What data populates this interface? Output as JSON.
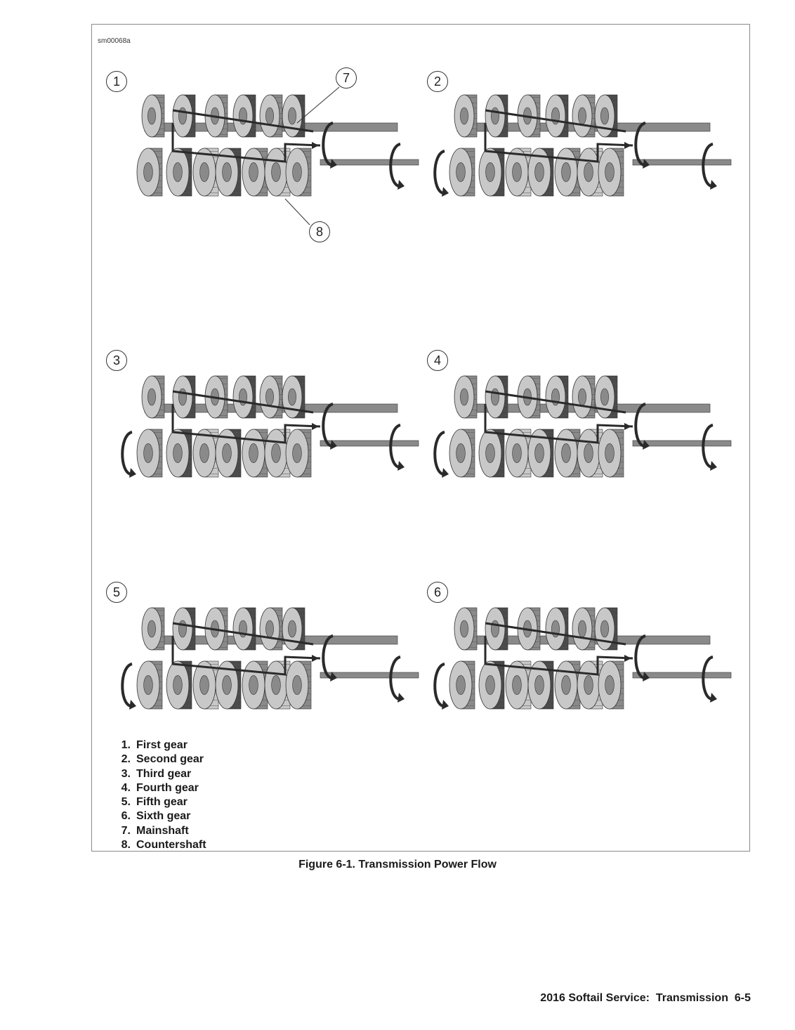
{
  "figure": {
    "id_label": "sm00068a",
    "panels": [
      {
        "label": "1"
      },
      {
        "label": "2"
      },
      {
        "label": "3"
      },
      {
        "label": "4"
      },
      {
        "label": "5"
      },
      {
        "label": "6"
      }
    ],
    "callouts": [
      {
        "label": "7"
      },
      {
        "label": "8"
      }
    ],
    "legend": [
      {
        "num": "1.",
        "text": "First gear"
      },
      {
        "num": "2.",
        "text": "Second gear"
      },
      {
        "num": "3.",
        "text": "Third gear"
      },
      {
        "num": "4.",
        "text": "Fourth gear"
      },
      {
        "num": "5.",
        "text": "Fifth gear"
      },
      {
        "num": "6.",
        "text": "Sixth gear"
      },
      {
        "num": "7.",
        "text": "Mainshaft"
      },
      {
        "num": "8.",
        "text": "Countershaft"
      }
    ],
    "caption": "Figure 6-1. Transmission Power Flow"
  },
  "footer": {
    "title": "2016 Softail Service:  Transmission",
    "page": "6-5"
  },
  "colors": {
    "gear_dark": "#4a4a4a",
    "gear_mid": "#8a8a8a",
    "gear_light": "#c8c8c8",
    "arrow": "#2a2a2a"
  }
}
